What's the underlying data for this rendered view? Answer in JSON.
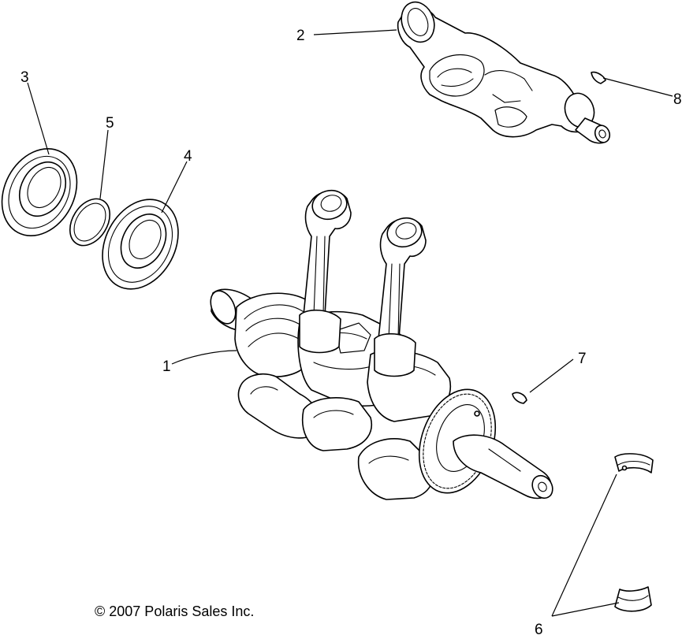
{
  "callouts": {
    "c1": "1",
    "c2": "2",
    "c3": "3",
    "c4": "4",
    "c5": "5",
    "c6": "6",
    "c7": "7",
    "c8": "8"
  },
  "copyright": "© 2007 Polaris Sales Inc.",
  "colors": {
    "line": "#000000",
    "background": "#ffffff"
  }
}
